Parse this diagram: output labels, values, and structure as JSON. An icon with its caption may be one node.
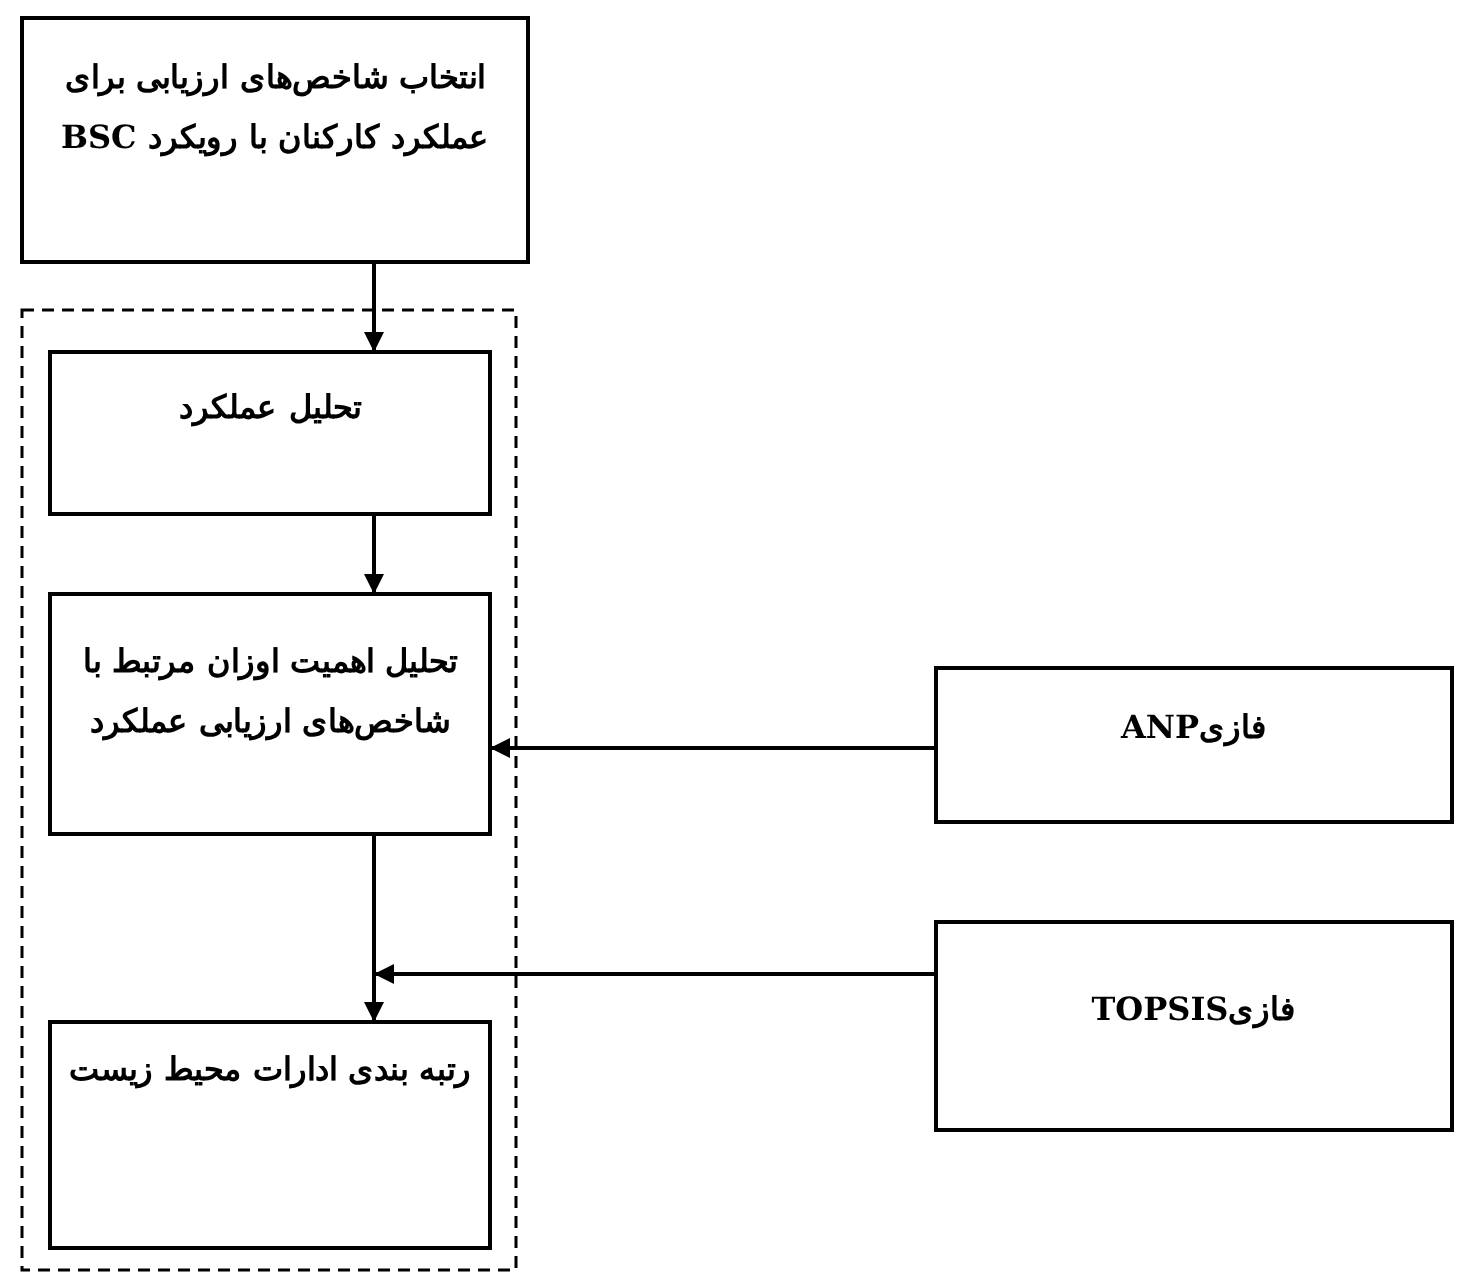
{
  "diagram": {
    "nodes": [
      {
        "text": [
          "انتخاب شاخص‌های ارزیابی برای عملکرد کارکنان با رویکرد BSC"
        ]
      },
      {
        "text": [
          "تحلیل عملکرد"
        ]
      },
      {
        "text": [
          "تحلیل اهمیت اوزان مرتبط با شاخص‌های ارزیابی عملکرد"
        ]
      },
      {
        "text": [
          "رتبه بندی ادارات محیط زیست"
        ]
      },
      {
        "text": [
          "فازیANP"
        ]
      },
      {
        "text": [
          "فازیTOPSIS"
        ]
      }
    ],
    "edges": [
      {
        "from": 0,
        "to": 1,
        "arrow": "to"
      },
      {
        "from": 1,
        "to": 2,
        "arrow": "to"
      },
      {
        "from": 2,
        "to": 3,
        "arrow": "to"
      },
      {
        "from": 4,
        "to": 2,
        "arrow": "to"
      },
      {
        "from": 5,
        "to": 3,
        "arrow": "to"
      }
    ]
  }
}
